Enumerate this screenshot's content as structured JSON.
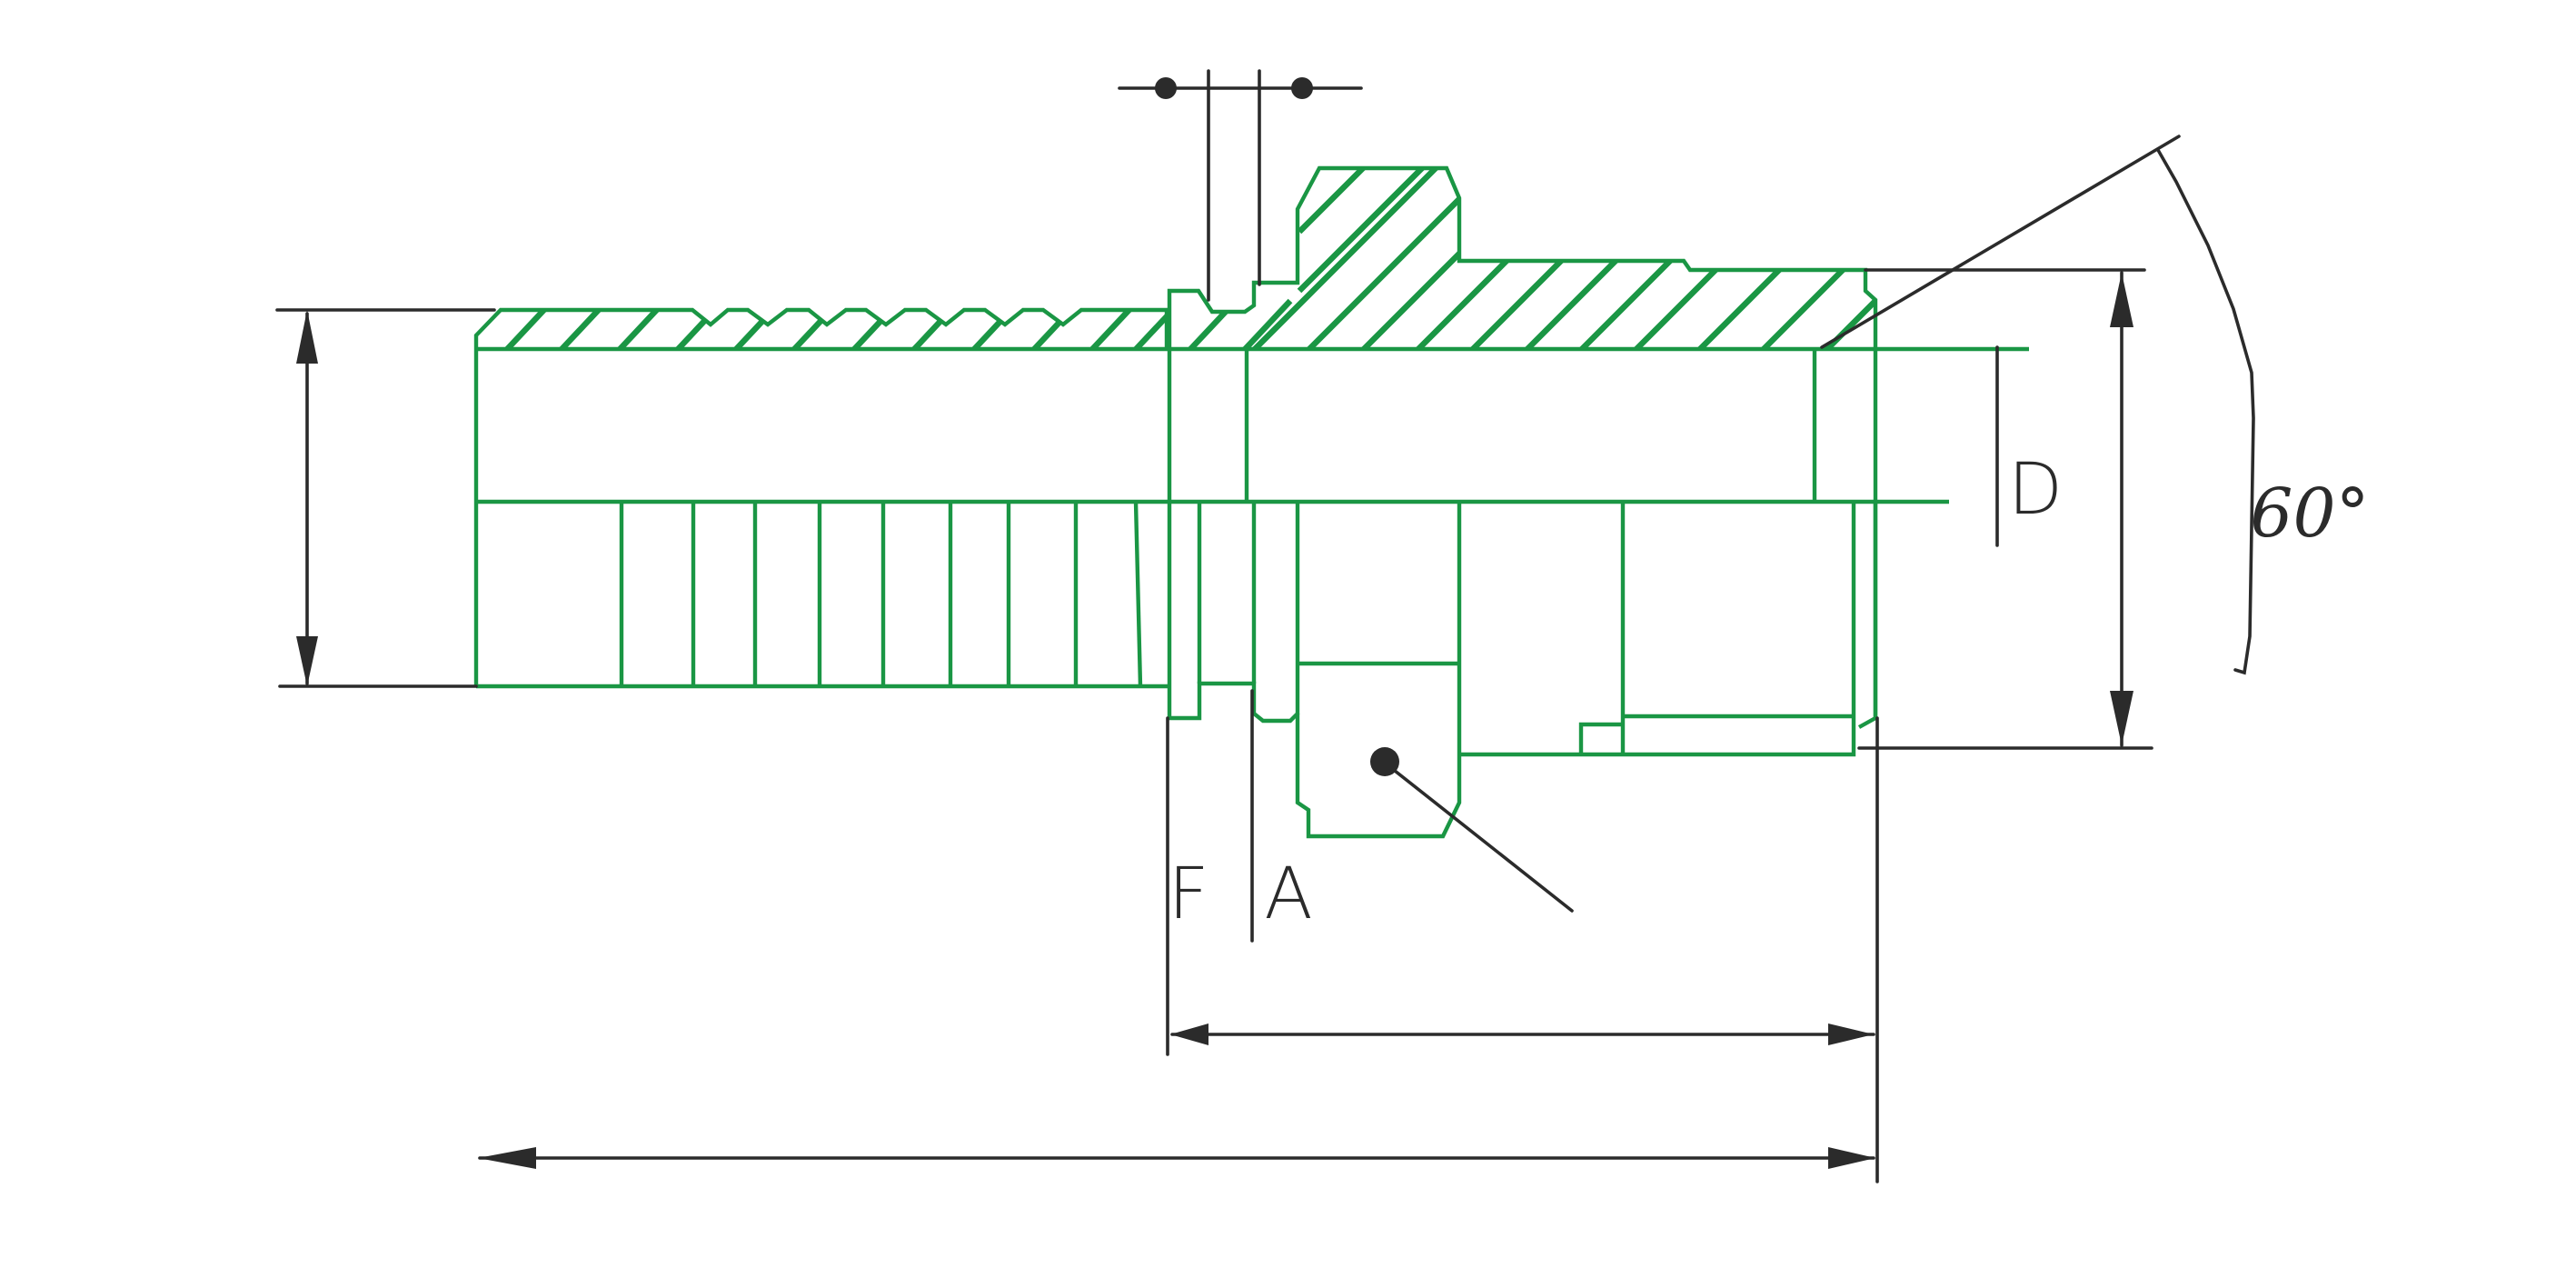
{
  "colors": {
    "part_outline": "#1a9644",
    "dimension_lines": "#2b2b2b",
    "background": "#ffffff"
  },
  "labels": {
    "f": "F",
    "a": "A",
    "d": "D",
    "angle": "60°"
  }
}
